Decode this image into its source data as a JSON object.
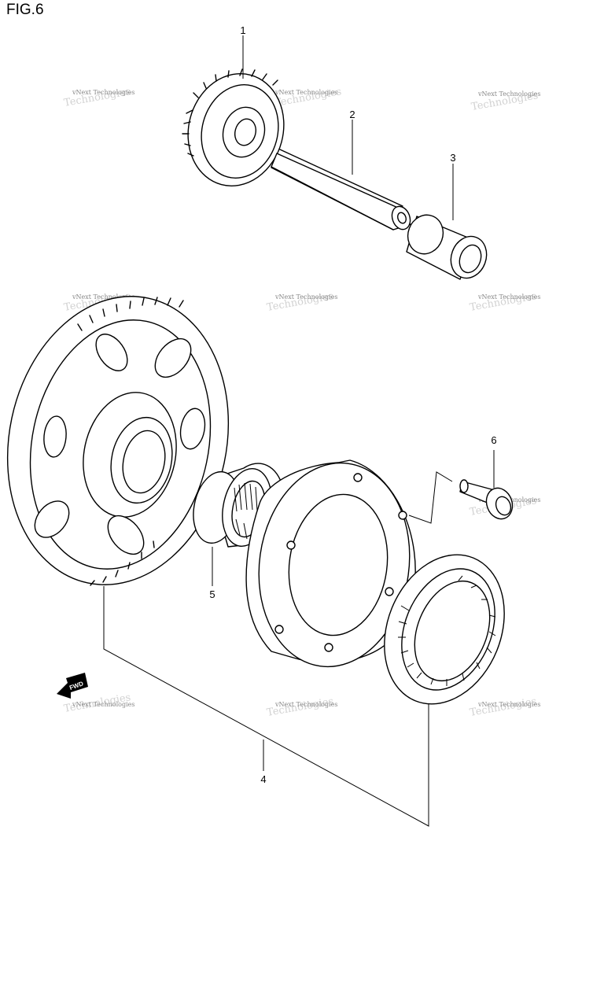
{
  "figure": {
    "title": "FIG.6"
  },
  "parts": [
    {
      "id": "gear-1",
      "number": "1"
    },
    {
      "id": "shaft-2",
      "number": "2"
    },
    {
      "id": "bushing-3",
      "number": "3"
    },
    {
      "id": "starter-clutch-assembly-4",
      "number": "4"
    },
    {
      "id": "needle-bearing-5",
      "number": "5"
    },
    {
      "id": "bolt-6",
      "number": "6"
    }
  ],
  "fwd_arrow": {
    "label": "FWD"
  },
  "watermark": {
    "text": "vNext Technologies"
  }
}
